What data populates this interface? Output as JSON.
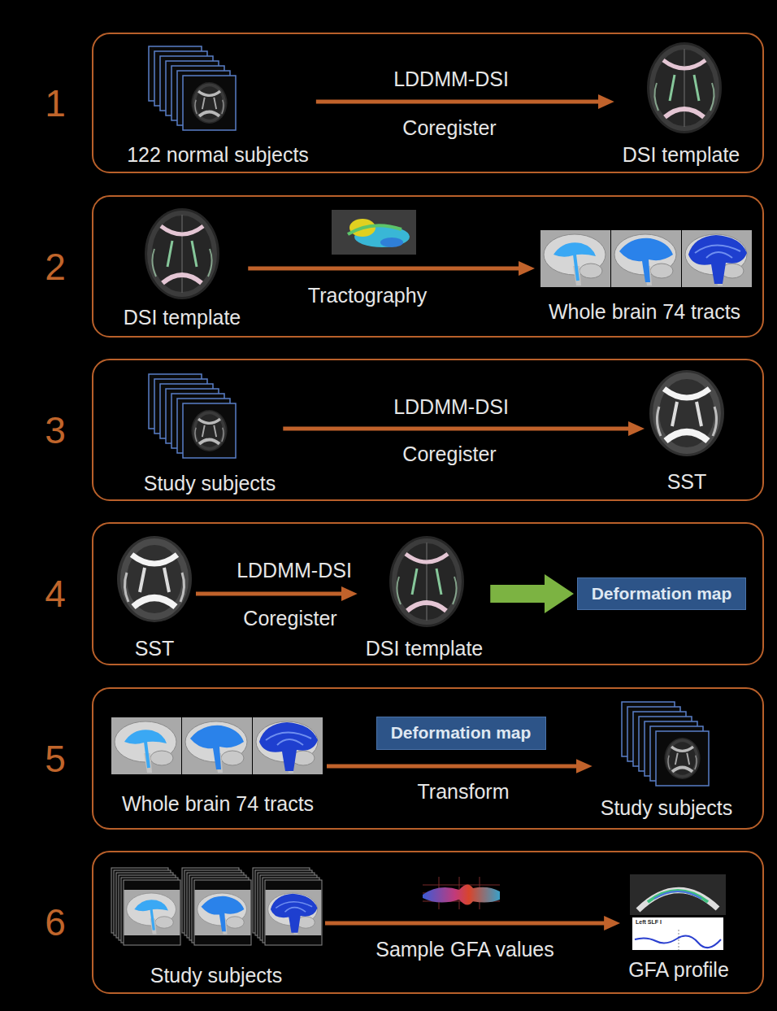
{
  "diagram": {
    "nodes": [
      {
        "text": [
          "1"
        ]
      },
      {
        "text": [
          "122 normal subjects"
        ],
        "in": 0
      },
      {
        "text": [
          "DSI template"
        ],
        "in": 0
      },
      {
        "text": [
          "2"
        ]
      },
      {
        "text": [
          "DSI template"
        ],
        "in": 3
      },
      {
        "text": [
          "Whole brain 74 tracts"
        ],
        "in": 3
      },
      {
        "text": [
          "3"
        ]
      },
      {
        "text": [
          "Study subjects"
        ],
        "in": 6
      },
      {
        "text": [
          "SST"
        ],
        "in": 6
      },
      {
        "text": [
          "4"
        ]
      },
      {
        "text": [
          "SST"
        ],
        "in": 9
      },
      {
        "text": [
          "DSI template"
        ],
        "in": 9
      },
      {
        "text": [
          "Deformation map"
        ],
        "in": 9
      },
      {
        "text": [
          "5"
        ]
      },
      {
        "text": [
          "Whole brain 74 tracts"
        ],
        "in": 13
      },
      {
        "text": [
          "Deformation map"
        ],
        "in": 13
      },
      {
        "text": [
          "Study subjects"
        ],
        "in": 13
      },
      {
        "text": [
          "6"
        ]
      },
      {
        "text": [
          "Study subjects"
        ],
        "in": 17
      },
      {
        "text": [
          "GFA profile"
        ],
        "in": 17
      }
    ],
    "edges": [
      {
        "from": 1,
        "to": 2,
        "arrow": "to",
        "label": "LDDMM-DSI"
      },
      {
        "from": 4,
        "to": 5,
        "arrow": "to",
        "label": "Tractography"
      },
      {
        "from": 7,
        "to": 8,
        "arrow": "to",
        "label": "LDDMM-DSI"
      },
      {
        "from": 10,
        "to": 11,
        "arrow": "to",
        "label": "LDDMM-DSI"
      },
      {
        "from": 11,
        "to": 12,
        "arrow": "to"
      },
      {
        "from": 14,
        "to": 16,
        "arrow": "to",
        "label": "Transform"
      },
      {
        "from": 18,
        "to": 19,
        "arrow": "to",
        "label": "Sample GFA values"
      }
    ],
    "labels": [
      "Coregister",
      "Coregister",
      "Coregister",
      "Left SLF I"
    ]
  }
}
